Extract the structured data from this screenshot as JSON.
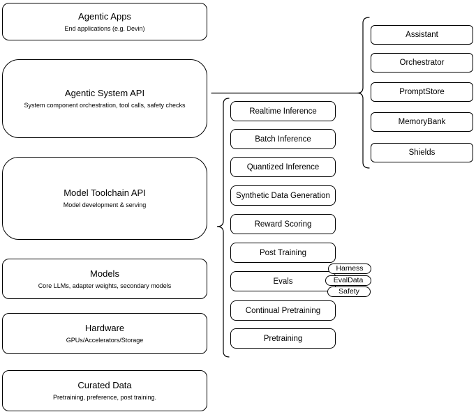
{
  "colors": {
    "background": "#ffffff",
    "stroke": "#000000",
    "text": "#000000",
    "node_fill": "#ffffff"
  },
  "left_stack": [
    {
      "title": "Agentic Apps",
      "subtitle": "End applications (e.g. Devin)"
    },
    {
      "title": "Agentic System API",
      "subtitle": "System component orchestration, tool calls, safety checks"
    },
    {
      "title": "Model Toolchain API",
      "subtitle": "Model development & serving"
    },
    {
      "title": "Models",
      "subtitle": "Core LLMs, adapter weights, secondary models"
    },
    {
      "title": "Hardware",
      "subtitle": "GPUs/Accelerators/Storage"
    },
    {
      "title": "Curated Data",
      "subtitle": "Pretraining, preference, post training."
    }
  ],
  "toolchain": {
    "items": [
      "Realtime Inference",
      "Batch Inference",
      "Quantized Inference",
      "Synthetic Data Generation",
      "Reward Scoring",
      "Post Training",
      "Evals",
      "Continual Pretraining",
      "Pretraining"
    ]
  },
  "eval_tags": [
    "Harness",
    "EvalData",
    "Safety"
  ],
  "system": {
    "items": [
      "Assistant",
      "Orchestrator",
      "PromptStore",
      "MemoryBank",
      "Shields"
    ]
  }
}
